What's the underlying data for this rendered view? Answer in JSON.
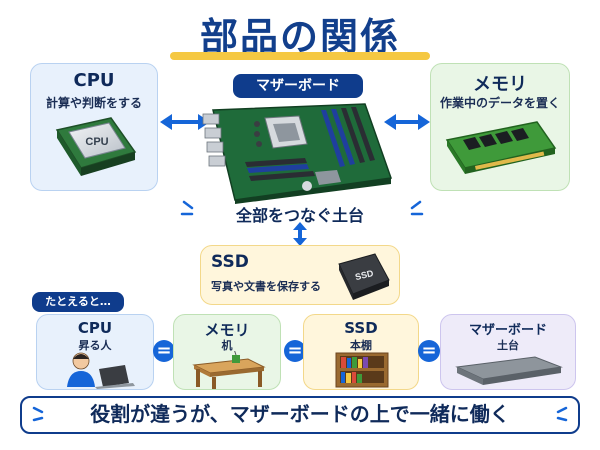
{
  "title": "部品の関係",
  "motherboard": {
    "label": "マザーボード",
    "caption": "全部をつなぐ土台"
  },
  "cpu": {
    "title": "CPU",
    "subtitle": "計算や判断をする",
    "chip_label": "CPU"
  },
  "memory": {
    "title": "メモリ",
    "subtitle": "作業中のデータを置く"
  },
  "ssd": {
    "title": "SSD",
    "subtitle": "写真や文書を保存する",
    "device_label": "SSD"
  },
  "analogy": {
    "label": "たとえると…",
    "items": [
      {
        "title": "CPU",
        "subtitle": "昇る人"
      },
      {
        "title": "メモリ",
        "subtitle": "机"
      },
      {
        "title": "SSD",
        "subtitle": "本棚"
      },
      {
        "title": "マザーボード",
        "subtitle": "土台"
      }
    ],
    "equals": "="
  },
  "banner": "役割が違うが、マザーボードの上で一緒に働く",
  "colors": {
    "primary": "#123f8c",
    "accent": "#f5c842",
    "equals": "#1565d8",
    "board": "#1f6b3a"
  }
}
